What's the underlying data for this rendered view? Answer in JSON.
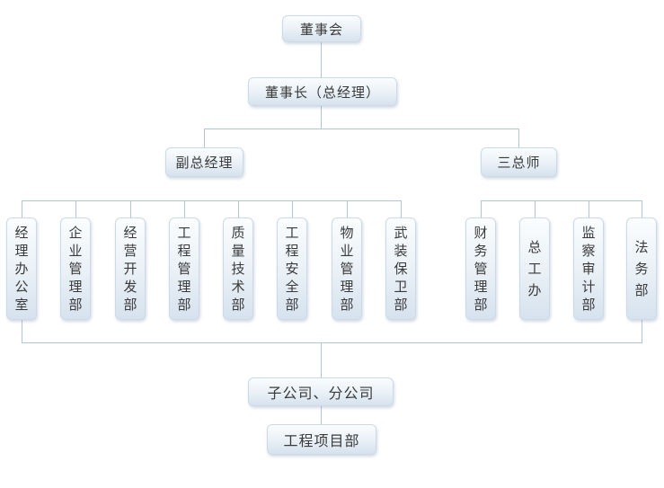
{
  "diagram": {
    "type": "org-chart",
    "nodes": {
      "board": "董事会",
      "chairman": "董事长（总经理）",
      "deputy_gm": "副总经理",
      "three_chiefs": "三总师",
      "subsidiaries": "子公司、分公司",
      "project_dept": "工程项目部"
    },
    "departments_left": [
      {
        "label": "经理办公室"
      },
      {
        "label": "企业管理部"
      },
      {
        "label": "经营开发部"
      },
      {
        "label": "工程管理部"
      },
      {
        "label": "质量技术部"
      },
      {
        "label": "工程安全部"
      },
      {
        "label": "物业管理部"
      },
      {
        "label": "武装保卫部"
      }
    ],
    "departments_right": [
      {
        "label": "财务管理部"
      },
      {
        "label": "总工办"
      },
      {
        "label": "监察审计部"
      },
      {
        "label": "法务部"
      }
    ]
  },
  "colors": {
    "box-fill-top": "#fbfdfe",
    "box-fill-mid": "#e9f0f6",
    "box-fill-bottom": "#d6e2ee",
    "box-border": "#ccdae8",
    "connector": "#b2c4d8",
    "text": "#3a3a3a",
    "bg": "#ffffff"
  }
}
